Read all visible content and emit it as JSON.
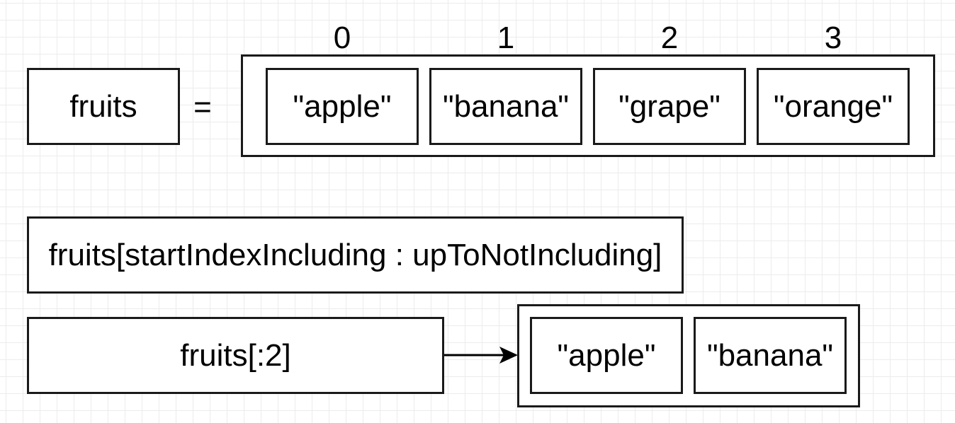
{
  "variable": {
    "name": "fruits",
    "equals": "="
  },
  "list": {
    "indices": [
      "0",
      "1",
      "2",
      "3"
    ],
    "items": [
      "\"apple\"",
      "\"banana\"",
      "\"grape\"",
      "\"orange\""
    ]
  },
  "syntax": {
    "text": "fruits[startIndexIncluding : upToNotIncluding]"
  },
  "slice": {
    "expression": "fruits[:2]",
    "result_items": [
      "\"apple\"",
      "\"banana\""
    ]
  }
}
